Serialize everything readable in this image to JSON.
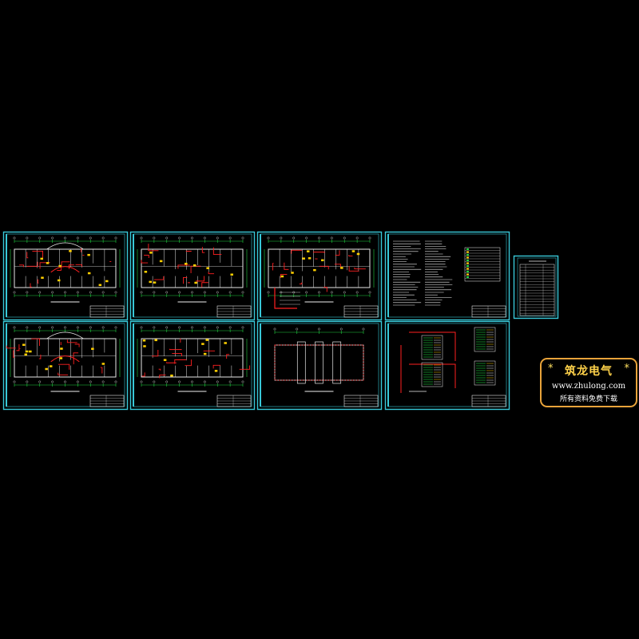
{
  "canvas": {
    "background": "#000000"
  },
  "colors": {
    "frame": "#38c8d8",
    "wall": "#e8e8e8",
    "wiring": "#ff2020",
    "fixture": "#ffd000",
    "dimension": "#20d040",
    "note_text": "#f0f0f0",
    "stamp_border": "#e8a33a",
    "stamp_title": "#ffd24a"
  },
  "sheets": [
    {
      "id": "sheet-1",
      "kind": "floor-plan",
      "variant": "curved-front"
    },
    {
      "id": "sheet-2",
      "kind": "floor-plan",
      "variant": "standard"
    },
    {
      "id": "sheet-3",
      "kind": "floor-plan",
      "variant": "with-riser"
    },
    {
      "id": "sheet-4",
      "kind": "notes-and-legend"
    },
    {
      "id": "sheet-5",
      "kind": "floor-plan",
      "variant": "curved-front"
    },
    {
      "id": "sheet-6",
      "kind": "floor-plan",
      "variant": "standard"
    },
    {
      "id": "sheet-7",
      "kind": "roof-plan"
    },
    {
      "id": "sheet-8",
      "kind": "system-diagram"
    }
  ],
  "index_table": {
    "kind": "drawing-index"
  },
  "stamp": {
    "title": "筑龙电气",
    "star": "*",
    "url": "www.zhulong.com",
    "note": "所有资料免费下载"
  }
}
